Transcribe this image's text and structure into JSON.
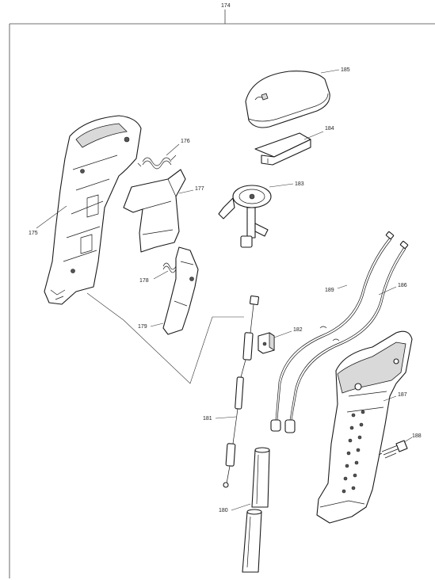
{
  "assembly_label": "174",
  "callouts": {
    "p175": "175",
    "p176": "176",
    "p177": "177",
    "p178": "178",
    "p179": "179",
    "p180": "180",
    "p181": "181",
    "p182": "182",
    "p183": "183",
    "p184": "184",
    "p185": "185",
    "p186": "186",
    "p187": "187",
    "p188": "188",
    "p189": "189"
  }
}
